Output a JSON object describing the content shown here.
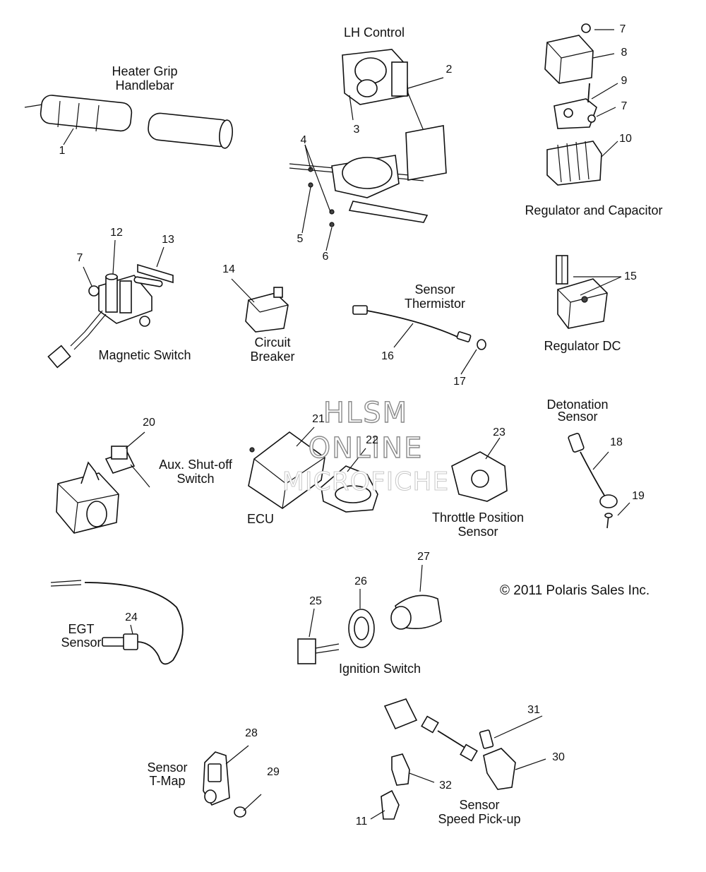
{
  "labels": {
    "heater_grip": "Heater Grip\nHandlebar",
    "lh_control": "LH Control",
    "regulator_capacitor": "Regulator and Capacitor",
    "magnetic_switch": "Magnetic Switch",
    "circuit_breaker": "Circuit\nBreaker",
    "sensor_thermistor": "Sensor\nThermistor",
    "regulator_dc": "Regulator DC",
    "detonation_sensor": "Detonation\nSensor",
    "aux_shutoff": "Aux. Shut-off\nSwitch",
    "ecu": "ECU",
    "throttle_position": "Throttle Position\nSensor",
    "egt_sensor": "EGT\nSensor",
    "ignition_switch": "Ignition Switch",
    "sensor_tmap": "Sensor\nT-Map",
    "sensor_speed": "Sensor\nSpeed Pick-up"
  },
  "watermark": {
    "line1": "HLSM",
    "line2": "ONLINE",
    "line3": "MICROFICHE"
  },
  "copyright": "© 2011 Polaris Sales Inc.",
  "callouts": [
    "1",
    "2",
    "3",
    "4",
    "5",
    "6",
    "7",
    "8",
    "9",
    "7",
    "10",
    "12",
    "7",
    "13",
    "14",
    "15",
    "16",
    "17",
    "20",
    "21",
    "22",
    "23",
    "18",
    "19",
    "24",
    "25",
    "26",
    "27",
    "28",
    "29",
    "31",
    "30",
    "32",
    "11"
  ]
}
